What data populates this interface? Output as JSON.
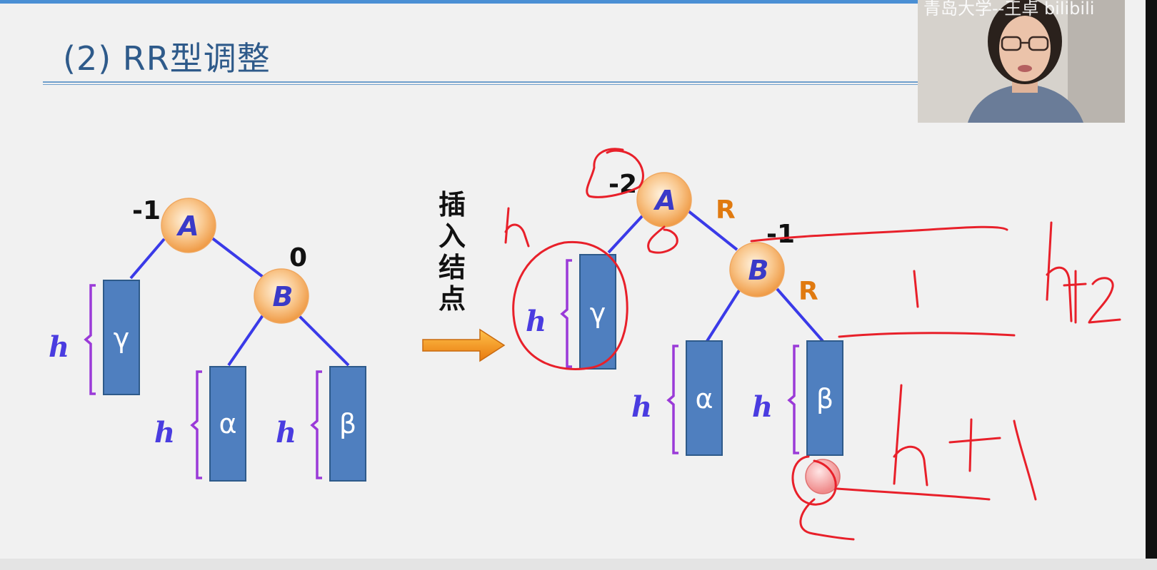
{
  "slide": {
    "title": "(2) RR型调整"
  },
  "left_tree": {
    "node_a": {
      "label": "A",
      "balance": "-1"
    },
    "node_b": {
      "label": "B",
      "balance": "0"
    },
    "gamma": {
      "label": "γ",
      "height": "h"
    },
    "alpha": {
      "label": "α",
      "height": "h"
    },
    "beta": {
      "label": "β",
      "height": "h"
    }
  },
  "transition": {
    "text_chars": [
      "插",
      "入",
      "结",
      "点"
    ]
  },
  "right_tree": {
    "node_a": {
      "label": "A",
      "balance": "-2",
      "direction": "R"
    },
    "node_b": {
      "label": "B",
      "balance": "-1",
      "direction": "R"
    },
    "gamma": {
      "label": "γ",
      "height": "h"
    },
    "alpha": {
      "label": "α",
      "height": "h"
    },
    "beta": {
      "label": "β",
      "height": "h"
    }
  },
  "webcam": {
    "caption": "青岛大学--王卓 bilibili"
  },
  "colors": {
    "title": "#2e5a8a",
    "node_fill": "#f7b26a",
    "subtree_fill": "#4f7fbf",
    "edge": "#3a3ae8",
    "brace": "#9a3ad8",
    "ink": "#e8202a",
    "direction": "#e07a10"
  }
}
